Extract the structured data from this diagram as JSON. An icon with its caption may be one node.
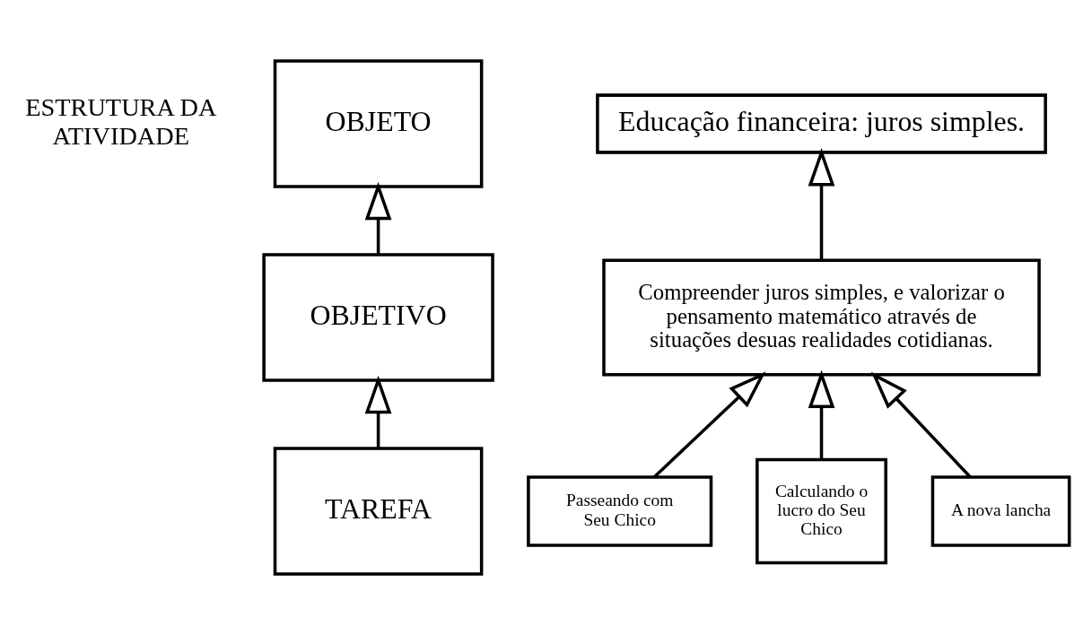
{
  "diagram": {
    "nodes": [
      {
        "text": [
          "OBJETO"
        ]
      },
      {
        "text": [
          "OBJETIVO"
        ]
      },
      {
        "text": [
          "TAREFA"
        ]
      },
      {
        "text": [
          "Educação financeira: juros simples."
        ]
      },
      {
        "text": [
          "Compreender juros simples, e valorizar o pensamento matemático através de situações desuas realidades cotidianas."
        ]
      },
      {
        "text": [
          "Passeando com Seu Chico"
        ]
      },
      {
        "text": [
          "Calculando o lucro do Seu Chico"
        ]
      },
      {
        "text": [
          "A nova lancha"
        ]
      }
    ],
    "edges": [
      {
        "from": 1,
        "to": 0,
        "arrow": "to"
      },
      {
        "from": 2,
        "to": 1,
        "arrow": "to"
      },
      {
        "from": 4,
        "to": 3,
        "arrow": "to"
      },
      {
        "from": 5,
        "to": 4,
        "arrow": "to"
      },
      {
        "from": 6,
        "to": 4,
        "arrow": "to"
      },
      {
        "from": 7,
        "to": 4,
        "arrow": "to"
      }
    ],
    "labels": [
      "ESTRUTURA DA ATIVIDADE"
    ]
  }
}
